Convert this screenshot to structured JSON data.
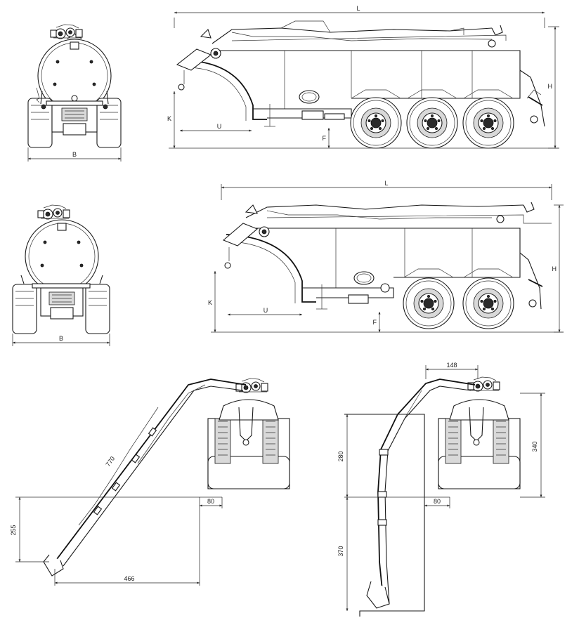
{
  "views": {
    "top_rear": {
      "width_label": "B"
    },
    "top_side": {
      "length_label": "L",
      "height_label": "H",
      "clearance_label": "K",
      "opening_label": "U",
      "hitch_label": "F"
    },
    "mid_rear": {
      "width_label": "B"
    },
    "mid_side": {
      "length_label": "L",
      "height_label": "H",
      "clearance_label": "K",
      "opening_label": "U",
      "hitch_label": "F"
    },
    "boom_slope": {
      "boom_length": "770",
      "offset": "80",
      "height": "255",
      "reach": "466"
    },
    "boom_vertical": {
      "top_width": "148",
      "offset": "80",
      "upper_height": "280",
      "right_height": "340",
      "lower_height": "370"
    }
  }
}
